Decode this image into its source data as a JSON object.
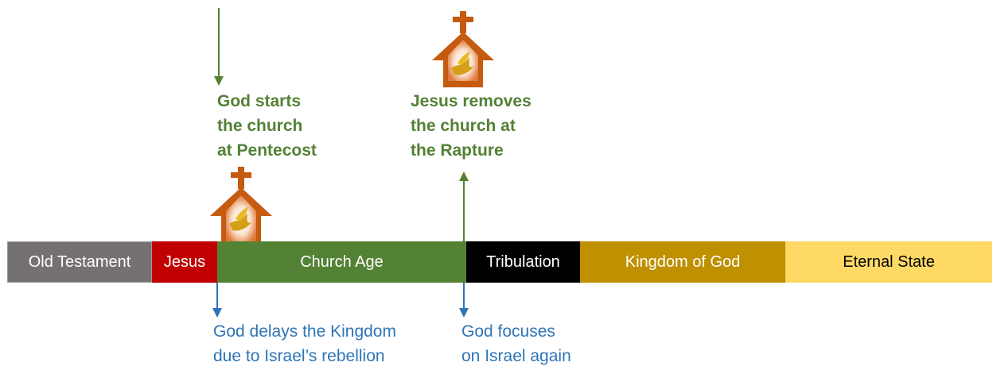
{
  "timeline": {
    "segments": [
      {
        "label": "Old Testament",
        "color": "#767171"
      },
      {
        "label": "Jesus",
        "color": "#c00000"
      },
      {
        "label": "Church Age",
        "color": "#548235"
      },
      {
        "label": "Tribulation",
        "color": "#000000"
      },
      {
        "label": "Kingdom of God",
        "color": "#bf9000"
      },
      {
        "label": "Eternal State",
        "color": "#ffd966"
      }
    ]
  },
  "annotations": {
    "church_start": {
      "lines": [
        "God starts",
        "the church",
        "at Pentecost"
      ],
      "color": "#538135",
      "icon": "church-dove-icon"
    },
    "rapture": {
      "lines": [
        "Jesus removes",
        "the church at",
        "the Rapture"
      ],
      "color": "#538135",
      "icon": "church-dove-icon"
    },
    "kingdom_delay": {
      "lines": [
        "God delays the Kingdom",
        "due to Israel’s rebellion"
      ],
      "color": "#2e75b6"
    },
    "israel_focus": {
      "lines": [
        "God focuses",
        "on Israel again"
      ],
      "color": "#2e75b6"
    }
  }
}
